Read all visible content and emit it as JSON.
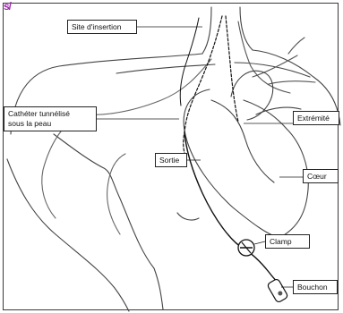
{
  "diagram": {
    "corner_mark": "s/",
    "labels": {
      "insertion_site": "Site d'insertion",
      "tunneled_catheter_line1": "Cathéter tunnélisé",
      "tunneled_catheter_line2": "sous la peau",
      "exit": "Sortie",
      "tip": "Extrémité",
      "heart": "Cœur",
      "clamp": "Clamp",
      "cap": "Bouchon"
    }
  }
}
